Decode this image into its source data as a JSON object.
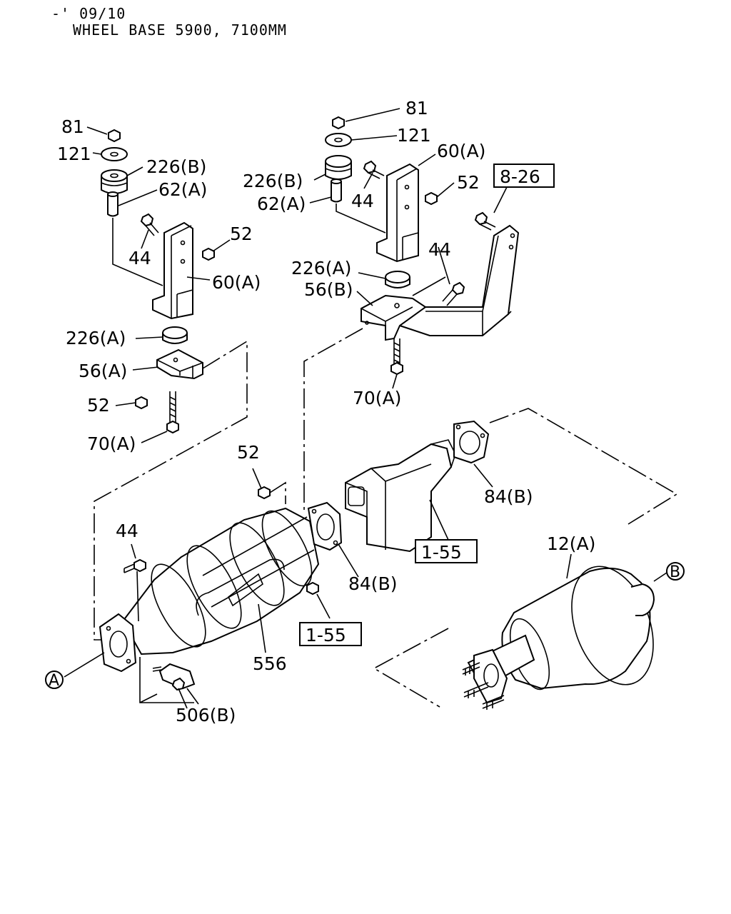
{
  "header": {
    "line1": "-' 09/10",
    "line2": "WHEEL BASE 5900, 7100MM"
  },
  "labels": {
    "l81_left": "81",
    "l121_left": "121",
    "l226b_left": "226(B)",
    "l62a_left": "62(A)",
    "l44_left": "44",
    "l52_left": "52",
    "l60a_left": "60(A)",
    "l81_right": "81",
    "l121_right": "121",
    "l60a_right": "60(A)",
    "l226b_right": "226(B)",
    "l62a_right": "62(A)",
    "l44_right": "44",
    "l52_right": "52",
    "l44_mid": "44",
    "l226a_right": "226(A)",
    "l56b": "56(B)",
    "l70a_right": "70(A)",
    "l226a_left": "226(A)",
    "l56a": "56(A)",
    "l52_lower": "52",
    "l70a_left": "70(A)",
    "l52_cat": "52",
    "l44_cat": "44",
    "l84b_pipe": "84(B)",
    "l84b_cat": "84(B)",
    "l556": "556",
    "l506b": "506(B)",
    "l12a": "12(A)",
    "circle_a": "A",
    "circle_b": "B"
  },
  "refs": {
    "r8_26": "8-26",
    "r1_55_pipe": "1-55",
    "r1_55_cat": "1-55"
  }
}
